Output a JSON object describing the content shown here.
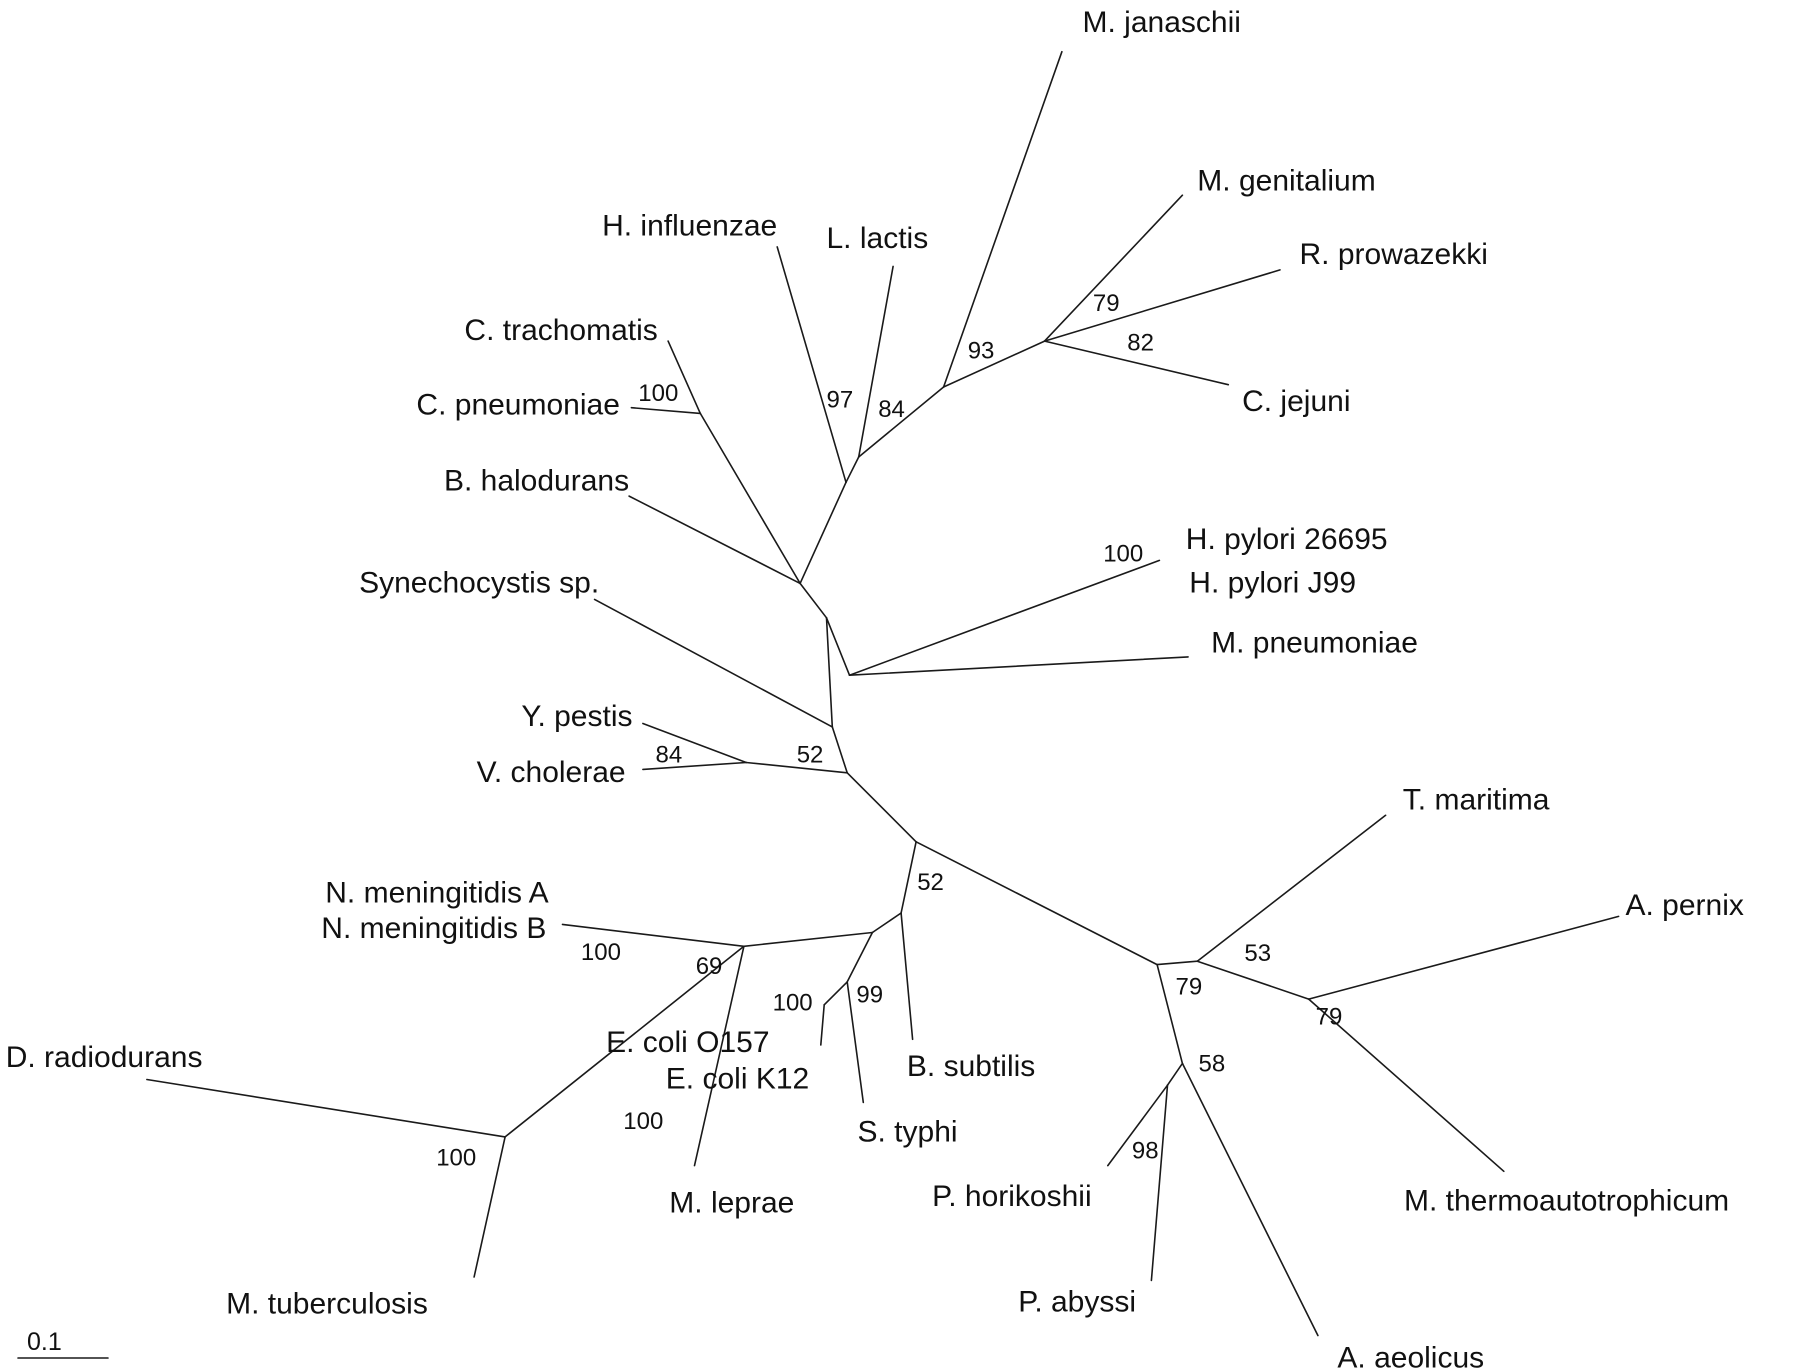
{
  "diagram": {
    "type": "unrooted phylogenetic tree",
    "scale_bar": {
      "label": "0.1"
    },
    "taxa": [
      {
        "id": "mjan",
        "label": "M. janaschii"
      },
      {
        "id": "mgen",
        "label": "M. genitalium"
      },
      {
        "id": "rpro",
        "label": "R. prowazekki"
      },
      {
        "id": "cjej",
        "label": "C. jejuni"
      },
      {
        "id": "hinf",
        "label": "H. influenzae"
      },
      {
        "id": "llac",
        "label": "L. lactis"
      },
      {
        "id": "ctra",
        "label": "C. trachomatis"
      },
      {
        "id": "cpne",
        "label": "C. pneumoniae"
      },
      {
        "id": "bhal",
        "label": "B. halodurans"
      },
      {
        "id": "syne",
        "label": "Synechocystis sp."
      },
      {
        "id": "hp26",
        "label": "H. pylori 26695"
      },
      {
        "id": "hpj9",
        "label": "H. pylori J99"
      },
      {
        "id": "mpne",
        "label": "M. pneumoniae"
      },
      {
        "id": "ypes",
        "label": "Y. pestis"
      },
      {
        "id": "vcho",
        "label": "V. cholerae"
      },
      {
        "id": "tmar",
        "label": "T. maritima"
      },
      {
        "id": "aper",
        "label": "A. pernix"
      },
      {
        "id": "nmea",
        "label": "N. meningitidis A"
      },
      {
        "id": "nmeb",
        "label": "N. meningitidis B"
      },
      {
        "id": "drad",
        "label": "D. radiodurans"
      },
      {
        "id": "eo157",
        "label": "E. coli O157"
      },
      {
        "id": "ek12",
        "label": "E. coli K12"
      },
      {
        "id": "bsub",
        "label": "B. subtilis"
      },
      {
        "id": "styp",
        "label": "S. typhi"
      },
      {
        "id": "mlep",
        "label": "M. leprae"
      },
      {
        "id": "phor",
        "label": "P. horikoshii"
      },
      {
        "id": "mthe",
        "label": "M. thermoautotrophicum"
      },
      {
        "id": "mtub",
        "label": "M. tuberculosis"
      },
      {
        "id": "paby",
        "label": "P. abyssi"
      },
      {
        "id": "aaeo",
        "label": "A. aeolicus"
      }
    ],
    "support_values": [
      {
        "id": "s79a",
        "value": "79"
      },
      {
        "id": "s93",
        "value": "93"
      },
      {
        "id": "s82",
        "value": "82"
      },
      {
        "id": "s100cp",
        "value": "100"
      },
      {
        "id": "s97",
        "value": "97"
      },
      {
        "id": "s84a",
        "value": "84"
      },
      {
        "id": "s100hp",
        "value": "100"
      },
      {
        "id": "s84b",
        "value": "84"
      },
      {
        "id": "s52a",
        "value": "52"
      },
      {
        "id": "s52b",
        "value": "52"
      },
      {
        "id": "s53",
        "value": "53"
      },
      {
        "id": "s100nm",
        "value": "100"
      },
      {
        "id": "s69",
        "value": "69"
      },
      {
        "id": "s100ec",
        "value": "100"
      },
      {
        "id": "s99",
        "value": "99"
      },
      {
        "id": "s79b",
        "value": "79"
      },
      {
        "id": "s79c",
        "value": "79"
      },
      {
        "id": "s58",
        "value": "58"
      },
      {
        "id": "s100m",
        "value": "100"
      },
      {
        "id": "s100dr",
        "value": "100"
      },
      {
        "id": "s98",
        "value": "98"
      }
    ]
  }
}
